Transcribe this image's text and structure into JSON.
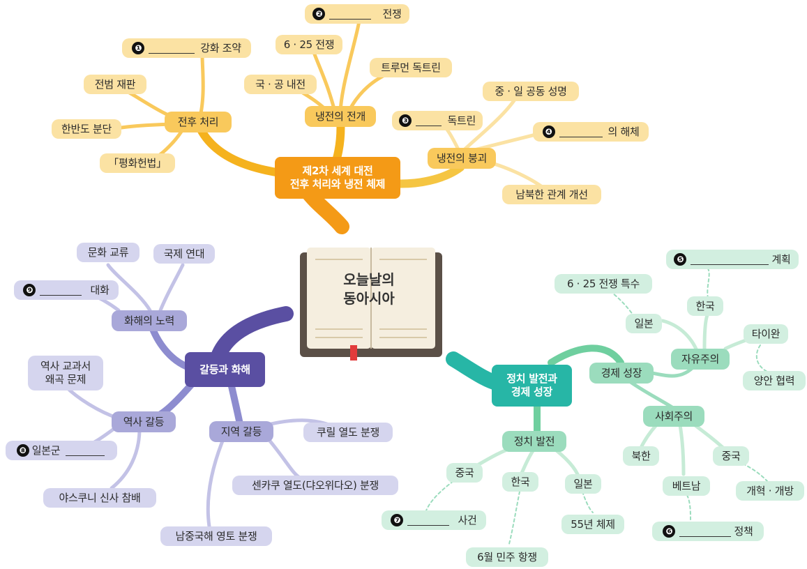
{
  "center": {
    "line1": "오늘날의",
    "line2": "동아시아"
  },
  "top": {
    "root": {
      "line1": "제2차 세계 대전",
      "line2": "전후 처리와 냉전 체제"
    },
    "postwar": {
      "label": "전후 처리"
    },
    "n1": {
      "num": "❶",
      "suffix": "강화 조약"
    },
    "war_crimes": "전범 재판",
    "division": "한반도 분단",
    "constitution": "「평화헌법」",
    "coldwar": {
      "label": "냉전의 전개"
    },
    "n2": {
      "num": "❷",
      "suffix": "전쟁"
    },
    "korean_war": "6 · 25 전쟁",
    "truman": "트루먼 독트린",
    "civil_war": "국 · 공 내전",
    "collapse": {
      "label": "냉전의 붕괴"
    },
    "sino_japan": "중 · 일 공동 성명",
    "n3": {
      "num": "❸",
      "suffix": "독트린"
    },
    "n4": {
      "num": "❹",
      "suffix": "의 해체"
    },
    "inter_korea": "남북한 관계 개선"
  },
  "left": {
    "root": "갈등과 화해",
    "reconcile": {
      "label": "화해의 노력"
    },
    "culture": "문화 교류",
    "solidarity": "국제 연대",
    "n9": {
      "num": "❾",
      "suffix": "대화"
    },
    "history": {
      "label": "역사 갈등"
    },
    "textbook": "역사 교과서\n왜곡 문제",
    "n8": {
      "num": "❽",
      "prefix": "일본군"
    },
    "yasukuni": "야스쿠니 신사 참배",
    "regional": {
      "label": "지역 갈등"
    },
    "kuril": "쿠릴 열도 분쟁",
    "senkaku": "센카쿠 열도(댜오위다오) 분쟁",
    "south_china_sea": "남중국해 영토 분쟁"
  },
  "right": {
    "root": {
      "line1": "정치 발전과",
      "line2": "경제 성장"
    },
    "economy": {
      "label": "경제 성장"
    },
    "liberalism": "자유주의",
    "n5": {
      "num": "❺",
      "suffix": "계획"
    },
    "war_boom": "6 · 25 전쟁 특수",
    "korea": "한국",
    "japan": "일본",
    "taiwan": "타이완",
    "cross_strait": "양안 협력",
    "socialism": "사회주의",
    "north_korea": "북한",
    "china": "중국",
    "reform": "개혁 · 개방",
    "vietnam": "베트남",
    "n6": {
      "num": "❻",
      "suffix": "정책"
    },
    "politics": {
      "label": "정치 발전"
    },
    "p_china": "중국",
    "p_korea": "한국",
    "p_japan": "일본",
    "n7": {
      "num": "❼",
      "suffix": "사건"
    },
    "june_uprising": "6월 민주 항쟁",
    "system55": "55년 체제"
  },
  "colors": {
    "top": "#f49a16",
    "left": "#5a4fa2",
    "right": "#27b6a6"
  }
}
